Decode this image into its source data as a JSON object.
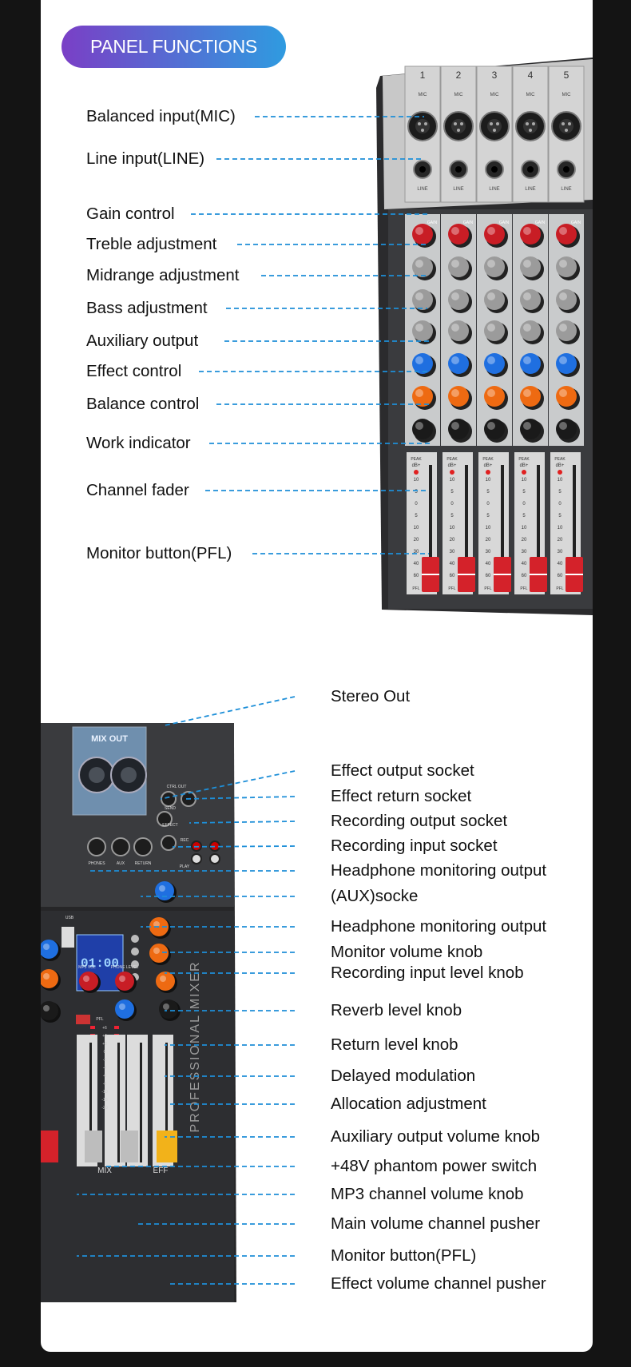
{
  "header": {
    "title": "PANEL FUNCTIONS"
  },
  "top_mixer": {
    "channel_numbers": [
      "1",
      "2",
      "3",
      "4",
      "5"
    ],
    "mic_label": "MIC",
    "line_label": "LINE",
    "gain_label": "GAIN",
    "peak_label": "PEAK",
    "db_label": "dB+",
    "pfl_label": "PFL",
    "fader_scale": [
      "10",
      "5",
      "0",
      "5",
      "10",
      "20",
      "30",
      "40",
      "60"
    ]
  },
  "top_labels": [
    "Balanced input(MIC)",
    "Line input(LINE)",
    "Gain control",
    "Treble adjustment",
    "Midrange adjustment",
    "Bass adjustment",
    "Auxiliary output",
    "Effect control",
    "Balance control",
    "Work indicator",
    "Channel fader",
    "Monitor button(PFL)"
  ],
  "bottom_mixer": {
    "mix_out": "MIX OUT",
    "ctrl_out": "CTRL OUT",
    "send": "SEND",
    "effect": "EFFECT",
    "return": "RETURN",
    "rec": "REC",
    "play": "PLAY",
    "phones": "PHONES",
    "aux": "AUX",
    "usb": "USB",
    "lcd": "01:00",
    "mp3vol": "MP3 VOL",
    "phone_level": "PHONE LEVEL",
    "pfl": "PFL",
    "mix": "MIX",
    "eff": "EFF",
    "brand": "PROFESSIONAL MIXER",
    "meter": [
      "+6",
      "+4",
      "+2",
      "0",
      "-2",
      "-4",
      "-6",
      "-8",
      "-10",
      "-15",
      "-20"
    ]
  },
  "bottom_labels": [
    "Stereo Out",
    "Effect output socket",
    "Effect return socket",
    "Recording output socket",
    "Recording input socket",
    "Headphone monitoring output",
    "(AUX)socke",
    "Headphone monitoring output",
    "Monitor volume knob",
    "Recording input level knob",
    "Reverb level knob",
    "Return level knob",
    "Delayed modulation",
    "Allocation adjustment",
    "Auxiliary output volume knob",
    "+48V phantom power switch",
    "MP3 channel volume knob",
    "Main volume channel pusher",
    "Monitor button(PFL)",
    "Effect  volume channel pusher"
  ],
  "colors": {
    "leader": "#1e8fd8",
    "gain": "#c81d25",
    "tone": "#9b9b9b",
    "aux": "#1f6fe0",
    "effect": "#ee6a12",
    "balance": "#1a1a1a",
    "fader": "#d4222a"
  }
}
